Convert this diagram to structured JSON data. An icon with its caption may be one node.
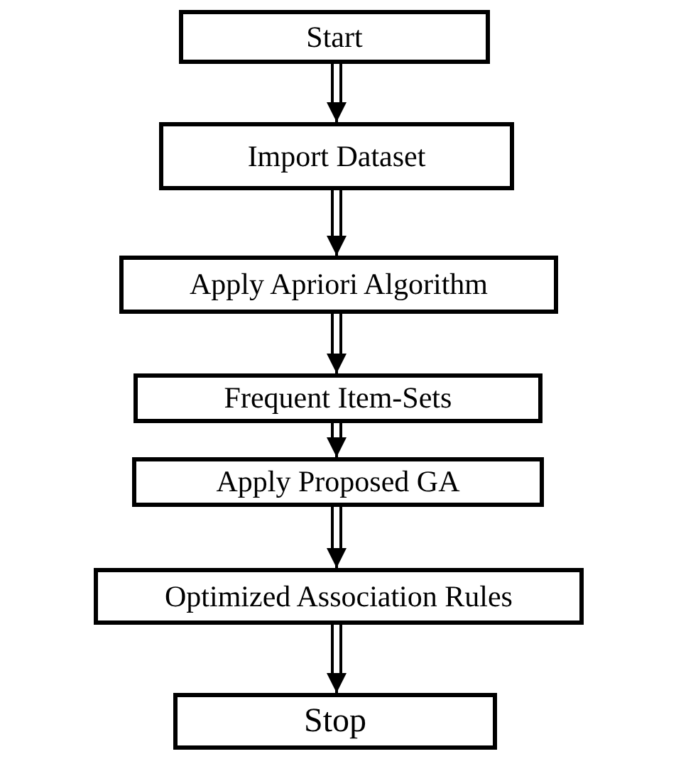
{
  "diagram": {
    "nodes": [
      {
        "text": [
          "Start"
        ]
      },
      {
        "text": [
          "Import Dataset"
        ]
      },
      {
        "text": [
          "Apply Apriori Algorithm"
        ]
      },
      {
        "text": [
          "Frequent Item-Sets"
        ]
      },
      {
        "text": [
          "Apply Proposed GA"
        ]
      },
      {
        "text": [
          "Optimized Association Rules"
        ]
      },
      {
        "text": [
          "Stop"
        ]
      }
    ],
    "edges": [
      {
        "from": 0,
        "to": 1,
        "arrow": "to"
      },
      {
        "from": 1,
        "to": 2,
        "arrow": "to"
      },
      {
        "from": 2,
        "to": 3,
        "arrow": "to"
      },
      {
        "from": 3,
        "to": 4,
        "arrow": "to"
      },
      {
        "from": 4,
        "to": 5,
        "arrow": "to"
      },
      {
        "from": 5,
        "to": 6,
        "arrow": "to"
      }
    ]
  }
}
